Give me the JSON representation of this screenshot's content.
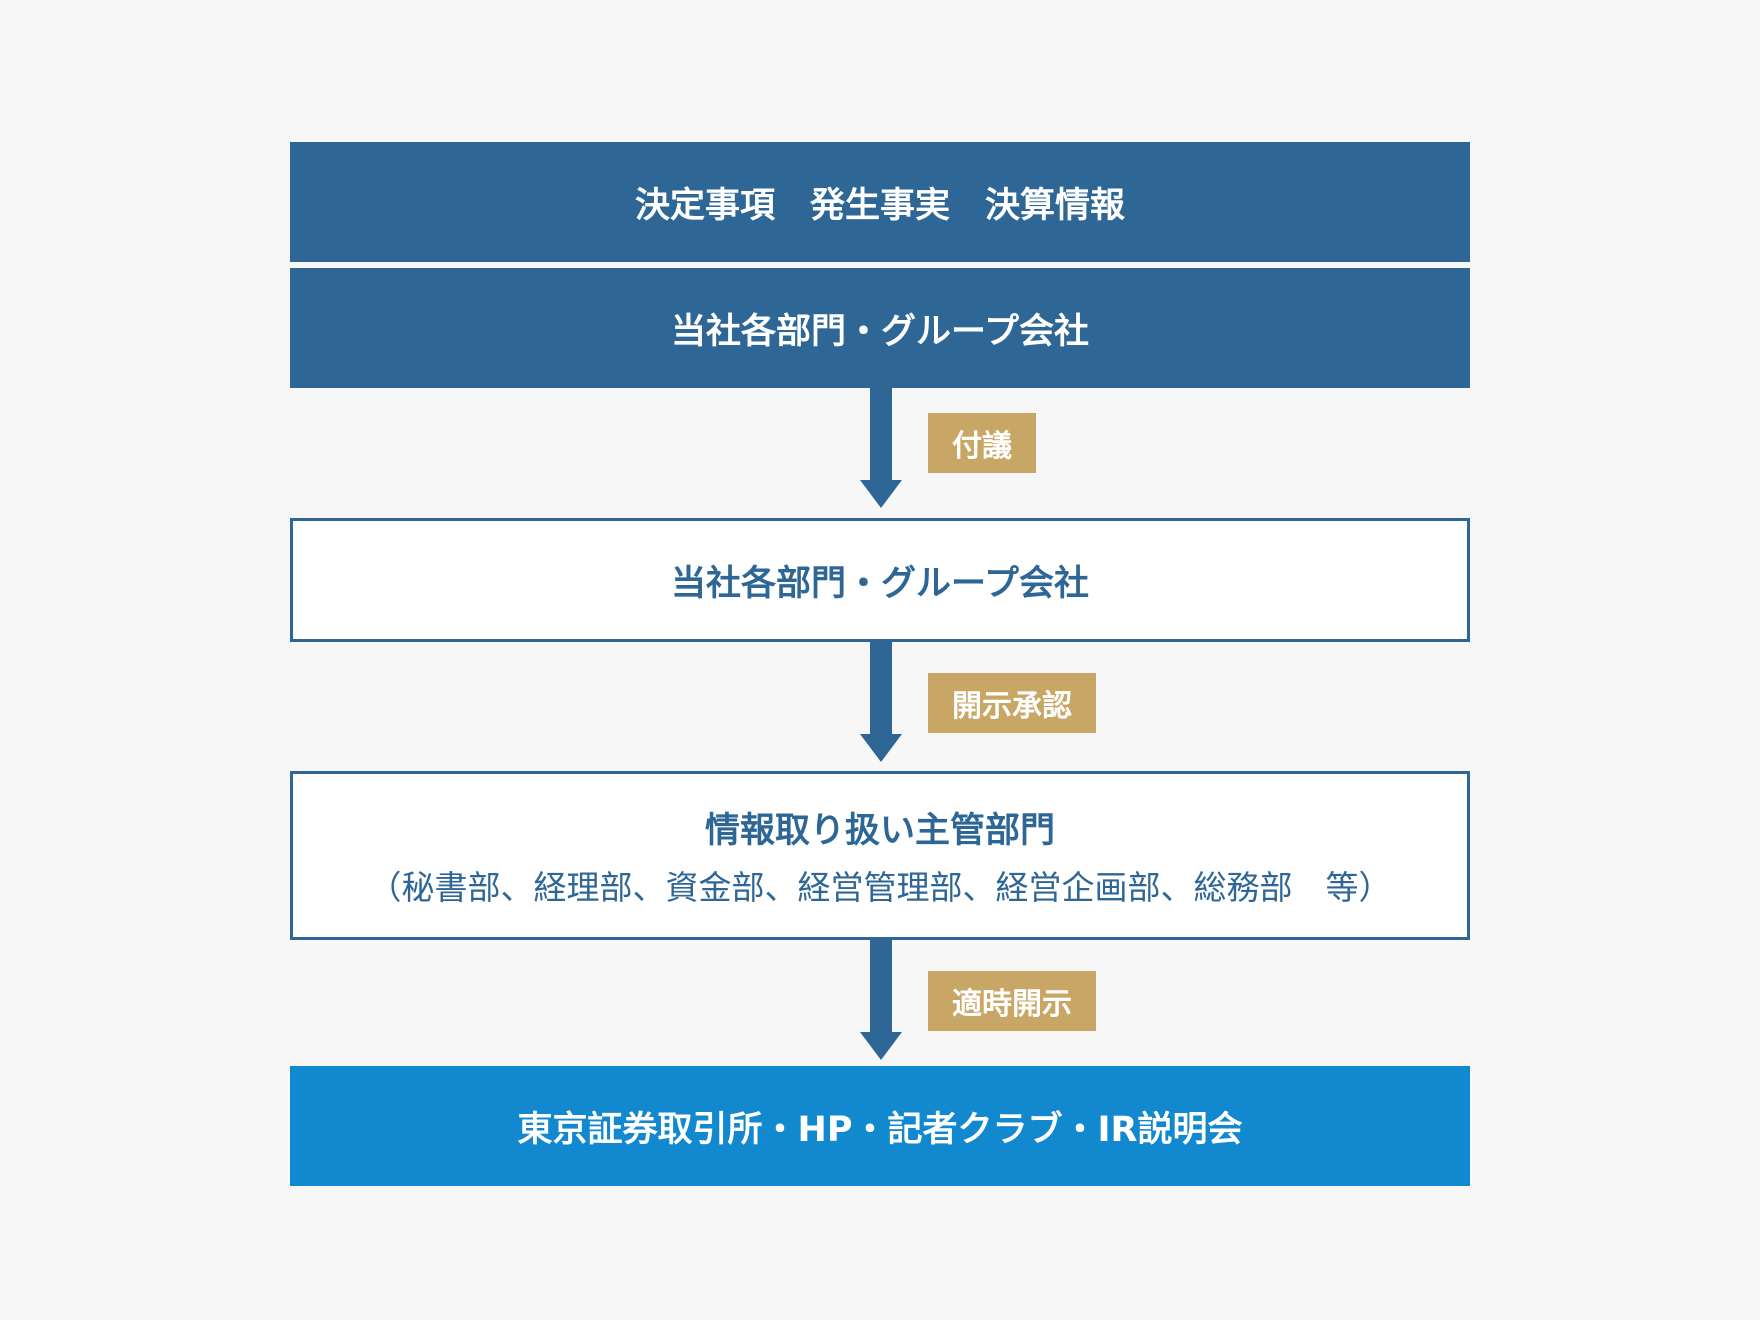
{
  "boxes": {
    "top_events": "決定事項　発生事実　決算情報",
    "source_departments": "当社各部門・グループ会社",
    "review_departments": "当社各部門・グループ会社",
    "managing_department_title": "情報取り扱い主管部門",
    "managing_department_detail": "（秘書部、経理部、資金部、経営管理部、経営企画部、総務部　等）",
    "disclosure_targets": "東京証券取引所・HP・記者クラブ・IR説明会"
  },
  "steps": {
    "step1": "付議",
    "step2": "開示承認",
    "step3": "適時開示"
  },
  "colors": {
    "dark_blue": "#2e6796",
    "bright_blue": "#1288cf",
    "gold": "#c8a665",
    "background": "#f7f7f7"
  }
}
